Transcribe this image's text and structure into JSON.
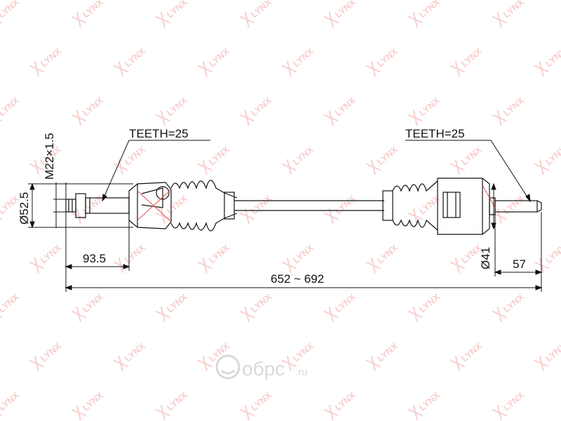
{
  "watermark": {
    "text": "LYNX",
    "color": "#f2a7a7"
  },
  "logo": {
    "name": "oбрс",
    "suffix": ".ru",
    "icon": "car-smile-icon",
    "color": "#d9d9d9"
  },
  "labels": {
    "teeth_left": "TEETH=25",
    "teeth_right": "TEETH=25",
    "thread": "M22×1.5",
    "dia_left": "Ø52.5",
    "dia_right": "Ø41",
    "len_left_joint": "93.5",
    "len_total": "652 ~ 692",
    "len_right_spline": "57"
  },
  "colors": {
    "line": "#111111",
    "accent": "#e85050"
  }
}
